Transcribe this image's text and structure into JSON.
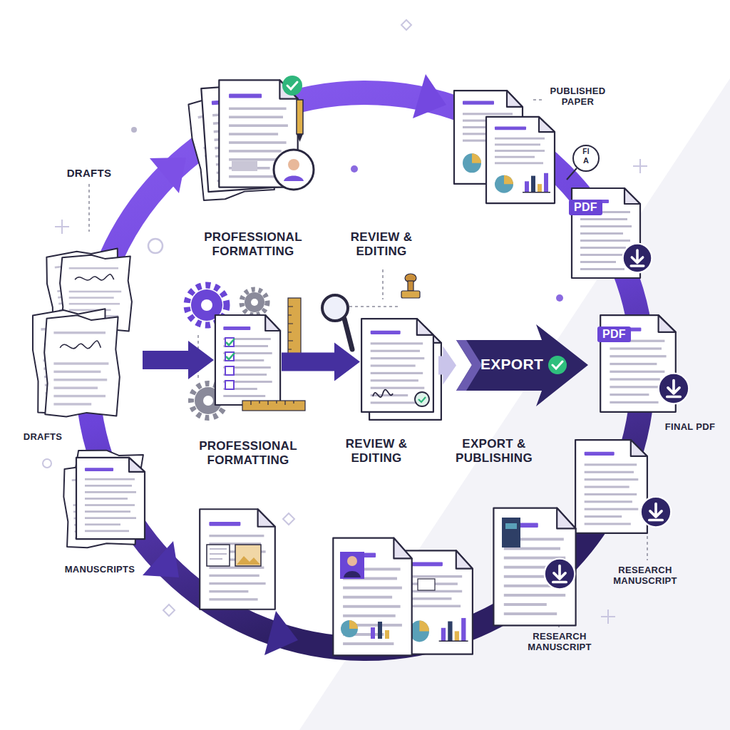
{
  "diagram": {
    "nodes": [
      {
        "text": [
          "PUBLISHED PAPER"
        ]
      },
      {
        "text": [
          "PDF"
        ]
      },
      {
        "text": [
          "DRAFTS"
        ]
      },
      {
        "text": [
          "PROFESSIONAL FORMATTING"
        ]
      },
      {
        "text": [
          "REVIEW & EDITING"
        ]
      },
      {
        "text": [
          "EXPORT",
          "EXPORT & PUBLISHING"
        ]
      },
      {
        "text": [
          "PDF",
          "FINAL PDF"
        ]
      },
      {
        "text": [
          "RESEARCH MANUSCRIPT"
        ]
      },
      {
        "text": [
          "MANUSCRIPTS"
        ]
      },
      {
        "text": [
          "RESEARCH MANUSCRIPT"
        ]
      }
    ],
    "edges": [
      {
        "from": 2,
        "to": 3,
        "arrow": "to"
      },
      {
        "from": 3,
        "to": 4,
        "arrow": "to"
      },
      {
        "from": 4,
        "to": 5,
        "arrow": "to"
      }
    ],
    "labels": [
      "DRAFTS",
      "PROFESSIONAL FORMATTING",
      "REVIEW & EDITING",
      "FI",
      "A"
    ]
  }
}
